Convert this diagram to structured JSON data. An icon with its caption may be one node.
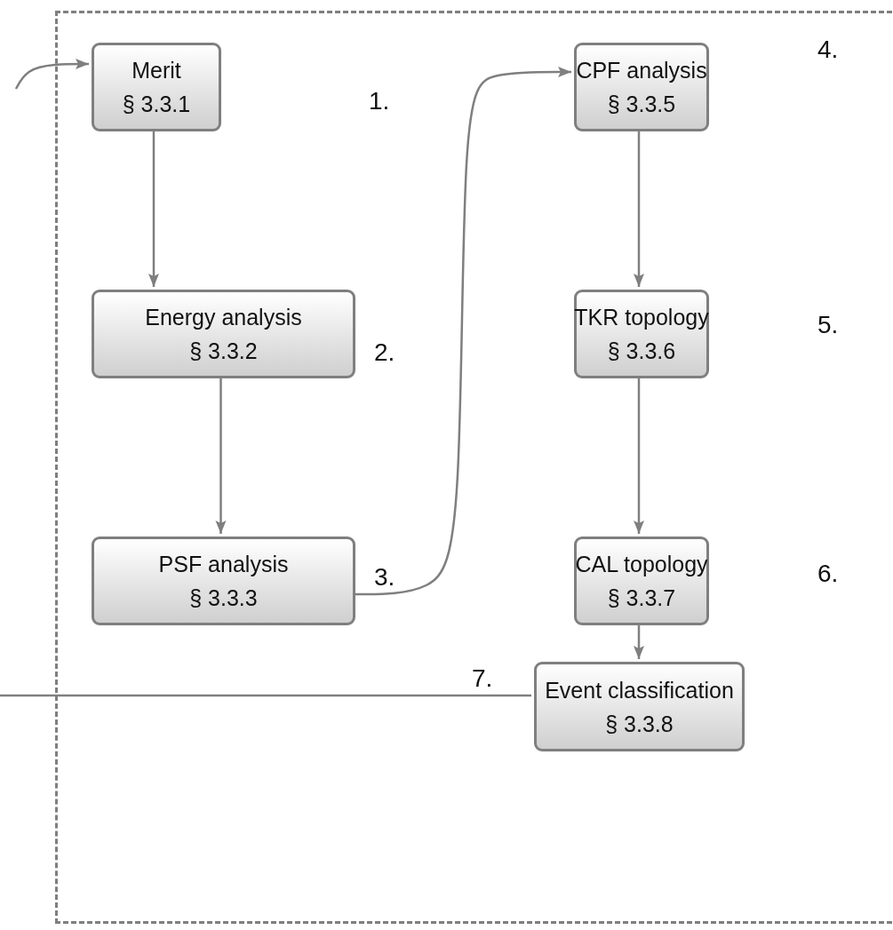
{
  "diagram": {
    "nodes": [
      {
        "text": [],
        "shape": "box"
      },
      {
        "text": [
          "Merit",
          "§ 3.3.1"
        ],
        "in": 0
      },
      {
        "text": [
          "Energy analysis",
          "§ 3.3.2"
        ],
        "in": 0,
        "beside": [
          "2."
        ]
      },
      {
        "text": [
          "PSF analysis",
          "§ 3.3.3"
        ],
        "in": 0,
        "beside": [
          "3."
        ]
      },
      {
        "text": [
          "CPF analysis",
          "§ 3.3.5"
        ],
        "in": 0
      },
      {
        "text": [
          "TKR topology",
          "§ 3.3.6"
        ],
        "in": 0
      },
      {
        "text": [
          "CAL topology",
          "§ 3.3.7"
        ],
        "in": 0
      },
      {
        "text": [
          "Event classification",
          "§ 3.3.8"
        ],
        "in": 0,
        "beside": [
          "7."
        ]
      }
    ],
    "edges": [
      {
        "from": null,
        "to": 1,
        "arrow": "to"
      },
      {
        "from": 1,
        "to": 2,
        "arrow": "to"
      },
      {
        "from": 2,
        "to": 3,
        "arrow": "to"
      },
      {
        "from": 3,
        "to": 4,
        "arrow": "to"
      },
      {
        "from": 4,
        "to": 5,
        "arrow": "to"
      },
      {
        "from": 5,
        "to": 6,
        "arrow": "to"
      },
      {
        "from": 6,
        "to": 7,
        "arrow": "to"
      },
      {
        "from": 7,
        "to": null,
        "arrow": "none"
      }
    ],
    "labels": [
      "1.",
      "4.",
      "5.",
      "6."
    ]
  }
}
